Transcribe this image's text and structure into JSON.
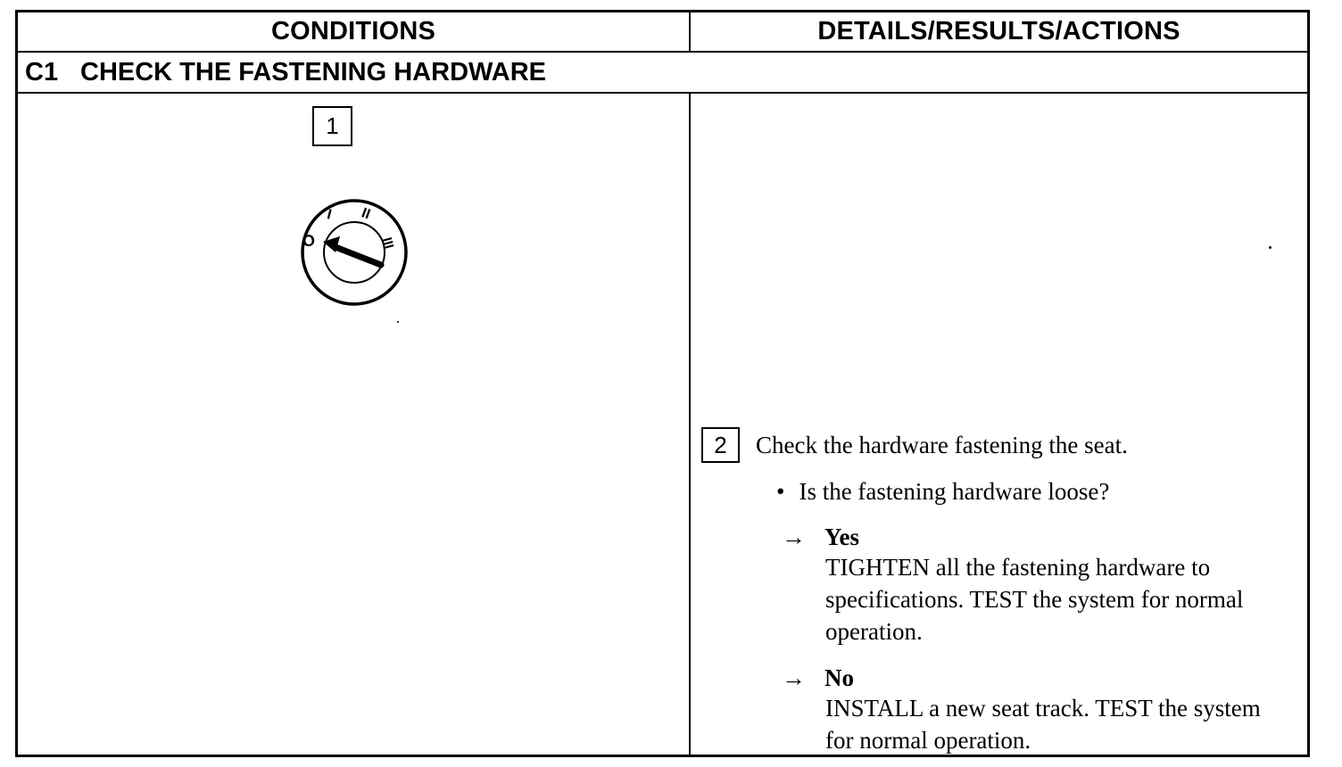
{
  "header": {
    "conditions": "CONDITIONS",
    "details": "DETAILS/RESULTS/ACTIONS"
  },
  "step": {
    "code": "C1",
    "title": "CHECK THE FASTENING HARDWARE"
  },
  "left_panel": {
    "box_number": "1",
    "dial": {
      "icon": "ignition-switch-icon",
      "positions": [
        "O",
        "I",
        "II",
        "III"
      ],
      "pointer_position": "O"
    }
  },
  "right_panel": {
    "box_number": "2",
    "instruction": "Check the hardware fastening the seat.",
    "question": "Is the fastening hardware loose?",
    "bullet": "•",
    "arrow": "→",
    "answers": [
      {
        "label": "Yes",
        "action": "TIGHTEN all the fastening hardware to specifications. TEST the system for normal operation."
      },
      {
        "label": "No",
        "action": "INSTALL a new seat track. TEST the system for normal operation."
      }
    ]
  }
}
